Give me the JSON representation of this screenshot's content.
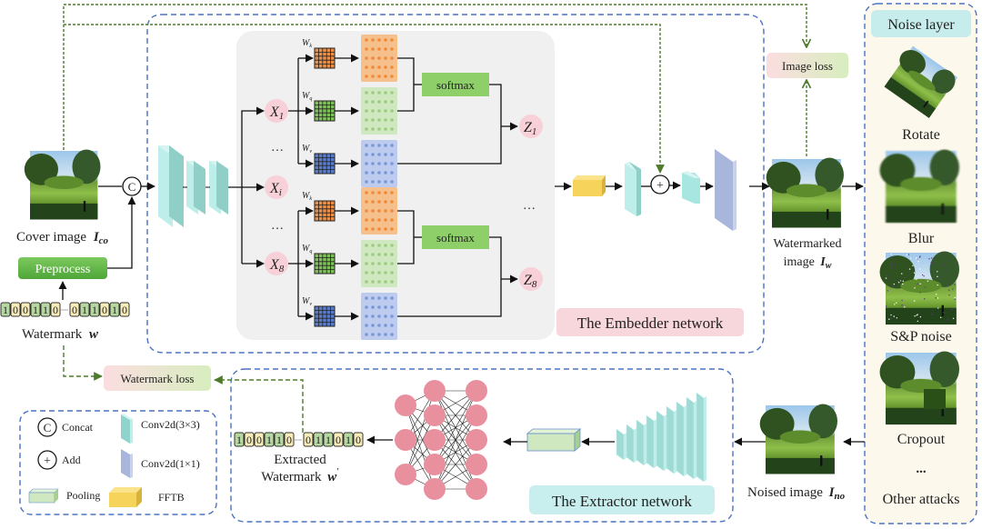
{
  "diagram": {
    "cover_image_label": "Cover image",
    "cover_image_symbol": "I",
    "cover_image_sub": "co",
    "preprocess_label": "Preprocess",
    "watermark_label": "Watermark",
    "watermark_symbol": "w",
    "watermark_bits_left": [
      "1",
      "0",
      "0",
      "1",
      "1",
      "0"
    ],
    "watermark_bits_right": [
      "0",
      "1",
      "1",
      "0",
      "1",
      "0"
    ],
    "concat_symbol": "C",
    "add_symbol": "+",
    "attention": {
      "head_first": {
        "x": "X",
        "x_sub": "1",
        "z": "Z",
        "z_sub": "1"
      },
      "head_mid": {
        "x": "X",
        "x_sub": "i"
      },
      "head_last": {
        "x": "X",
        "x_sub": "8",
        "z": "Z",
        "z_sub": "8"
      },
      "weights": [
        "w_k",
        "w_q",
        "w_v"
      ],
      "weight_labels": {
        "k": "W",
        "k_sub": "k",
        "q": "W",
        "q_sub": "q",
        "v": "W",
        "v_sub": "v"
      },
      "softmax_label": "softmax",
      "ellipsis": "…"
    },
    "embedder_title": "The Embedder network",
    "image_loss_label": "Image loss",
    "watermarked_label_1": "Watermarked",
    "watermarked_label_2": "image",
    "watermarked_symbol": "I",
    "watermarked_sub": "w",
    "noise_layer": {
      "title": "Noise layer",
      "items": [
        "Rotate",
        "Blur",
        "S&P noise",
        "Cropout"
      ],
      "ellipsis": "...",
      "other": "Other attacks"
    },
    "watermark_loss_label": "Watermark loss",
    "extracted_label_1": "Extracted",
    "extracted_label_2": "Watermark",
    "extracted_symbol": "w",
    "extracted_prime": "′",
    "extracted_bits_left": [
      "1",
      "0",
      "0",
      "1",
      "1",
      "0"
    ],
    "extracted_bits_right": [
      "0",
      "1",
      "1",
      "0",
      "1",
      "0"
    ],
    "extractor_title": "The Extractor network",
    "noised_label": "Noised image",
    "noised_symbol": "I",
    "noised_sub": "no",
    "legend": {
      "concat": "Concat",
      "add": "Add",
      "conv3": "Conv2d(3×3)",
      "conv1": "Conv2d(1×1)",
      "pooling": "Pooling",
      "fftb": "FFTB"
    },
    "colors": {
      "teal": "#8fd3cc",
      "periwinkle": "#a9b6dc",
      "fftb": "#f6d35a",
      "softmax": "#8fcf6a",
      "preprocess": "#5fb446",
      "node_pink": "#f2c4cc",
      "neuron": "#e8909e",
      "orange": "#f6c08c",
      "green_light": "#cfe8bf",
      "blue_light": "#bccbee",
      "dash_blue": "#4b72c2",
      "dash_green": "#4e7a2c",
      "noise_bg": "#fdf8ec",
      "noise_title_bg": "#c7ecec",
      "embedder_title_bg": "#f7d7dc",
      "extractor_title_bg": "#c8eeee"
    }
  }
}
